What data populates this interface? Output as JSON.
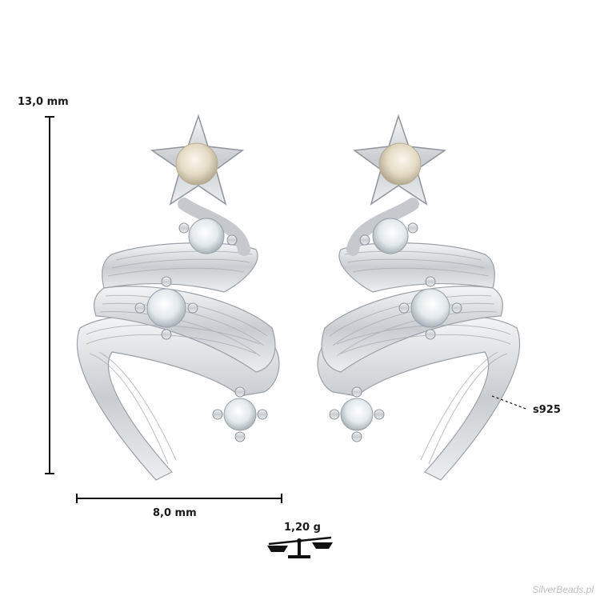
{
  "dimensions": {
    "height": "13,0 mm",
    "width": "8,0 mm",
    "weight": "1,20 g",
    "material": "s925"
  },
  "watermark": "SilverBeads.pl",
  "icons": {
    "weight": "balance-scale-icon"
  },
  "colors": {
    "background": "#ffffff",
    "silver": "#d9dbde",
    "silver_dark": "#9aa0a6",
    "stone_clear": "#eef3f5",
    "stone_champagne": "#e8e0cf",
    "dimension_line": "#111111"
  }
}
